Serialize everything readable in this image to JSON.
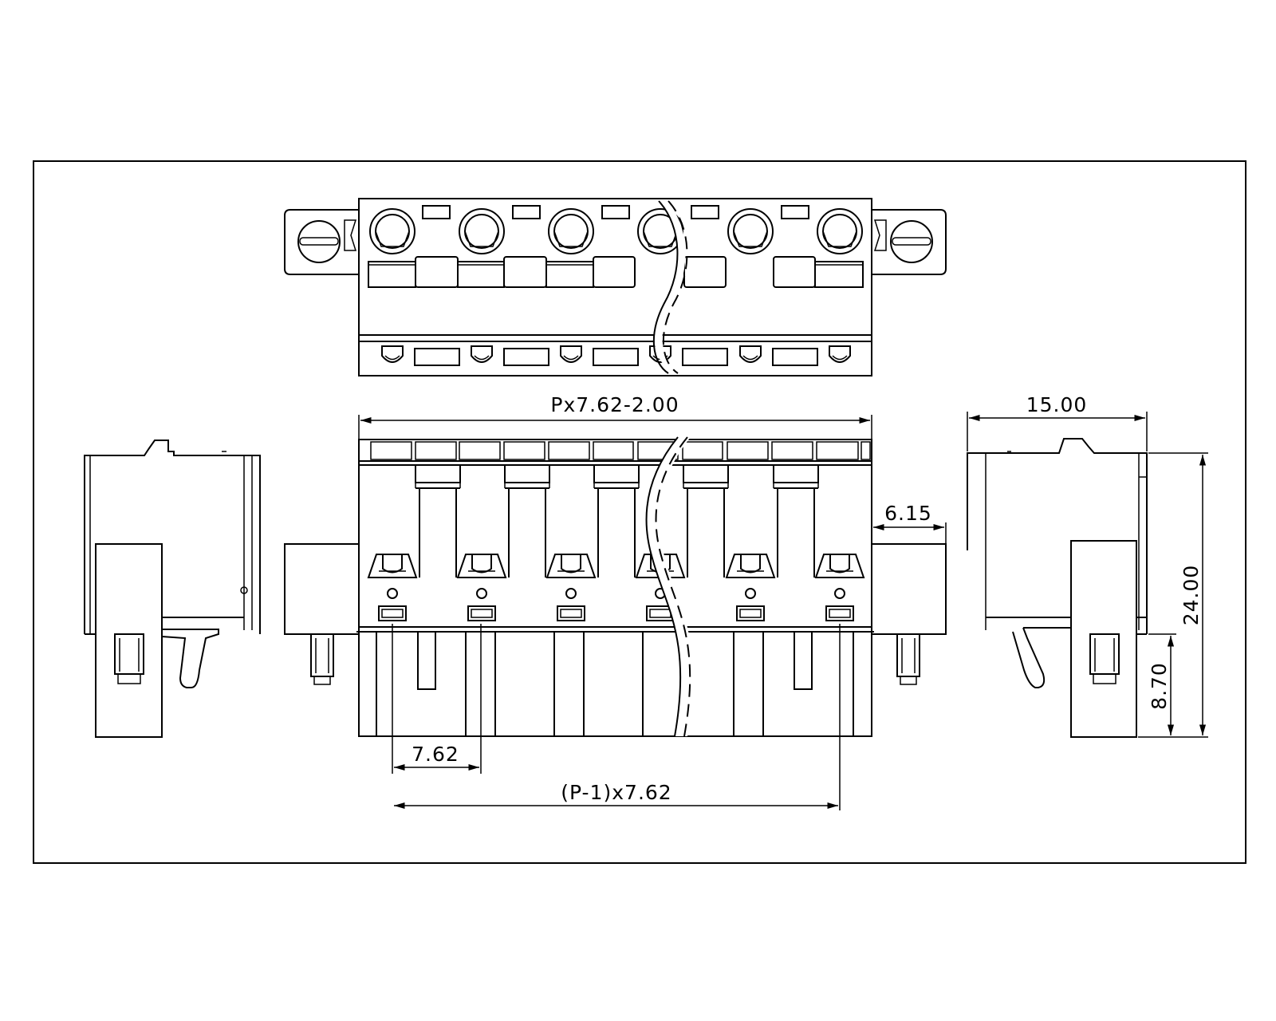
{
  "diagram": {
    "dimensions": {
      "overall_length": "Px7.62-2.00",
      "side_offset": "6.15",
      "depth": "15.00",
      "height": "24.00",
      "pin_length": "8.70",
      "pitch": "7.62",
      "pin_span": "(P-1)x7.62"
    }
  }
}
